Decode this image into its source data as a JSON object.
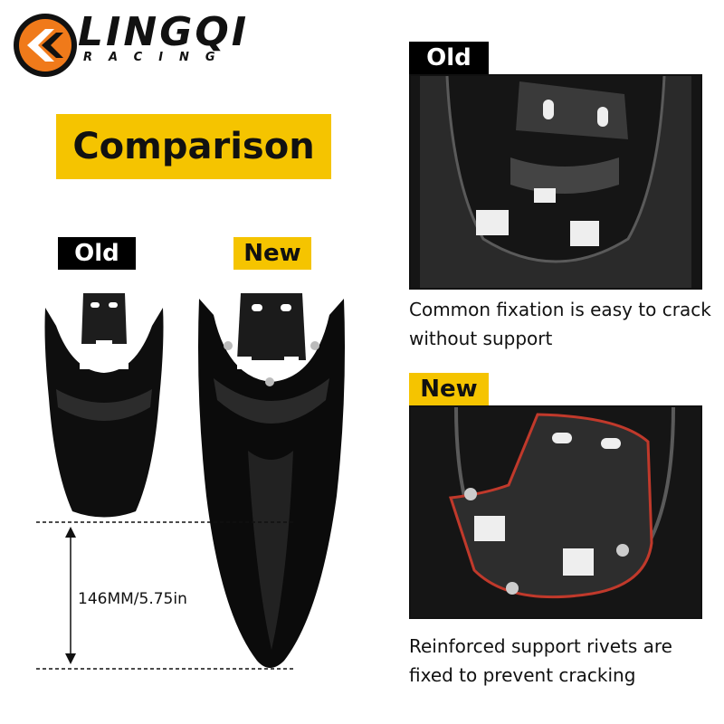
{
  "brand": {
    "name": "LINGQI",
    "subtitle": "RACING",
    "colors": {
      "orange": "#f07a1a",
      "yellow": "#f5c400",
      "black": "#111111"
    }
  },
  "headline": "Comparison",
  "left_labels": {
    "old": "Old",
    "new": "New"
  },
  "dimension": "146MM/5.75in",
  "panels": {
    "old": {
      "label": "Old",
      "caption_line1": "Common fixation is easy to crack",
      "caption_line2": "without support"
    },
    "new": {
      "label": "New",
      "caption_line1": "Reinforced support rivets are",
      "caption_line2": "fixed to prevent cracking"
    }
  }
}
